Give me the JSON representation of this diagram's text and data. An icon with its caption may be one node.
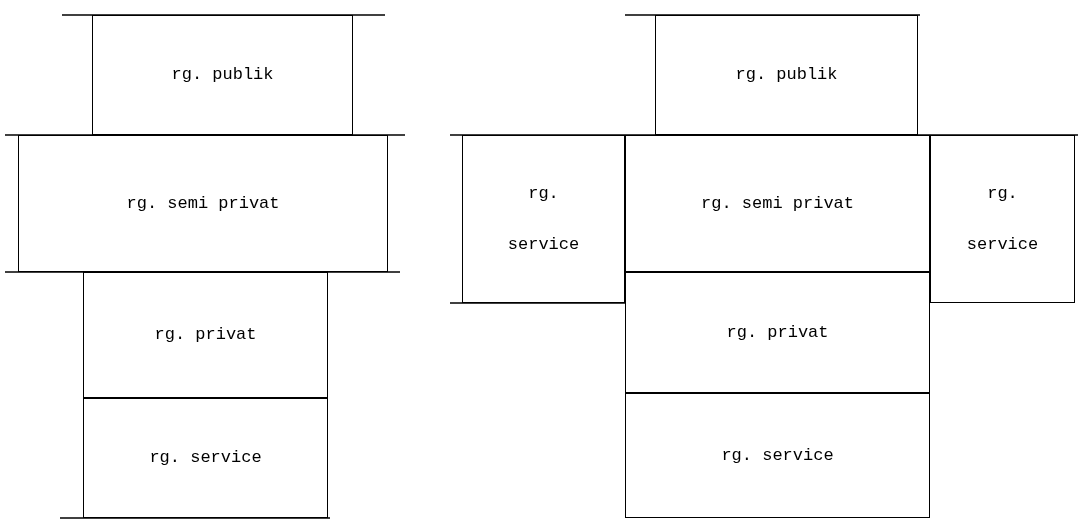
{
  "diagram": {
    "nodes": [
      {
        "text": [
          "rg. publik"
        ]
      },
      {
        "text": [
          "rg. semi privat"
        ]
      },
      {
        "text": [
          "rg. privat"
        ]
      },
      {
        "text": [
          "rg. service"
        ]
      },
      {
        "text": [
          "rg. publik"
        ]
      },
      {
        "text": [
          "rg. service"
        ]
      },
      {
        "text": [
          "rg. semi privat"
        ]
      },
      {
        "text": [
          "rg. service"
        ]
      },
      {
        "text": [
          "rg. privat"
        ]
      },
      {
        "text": [
          "rg. service"
        ]
      }
    ]
  }
}
